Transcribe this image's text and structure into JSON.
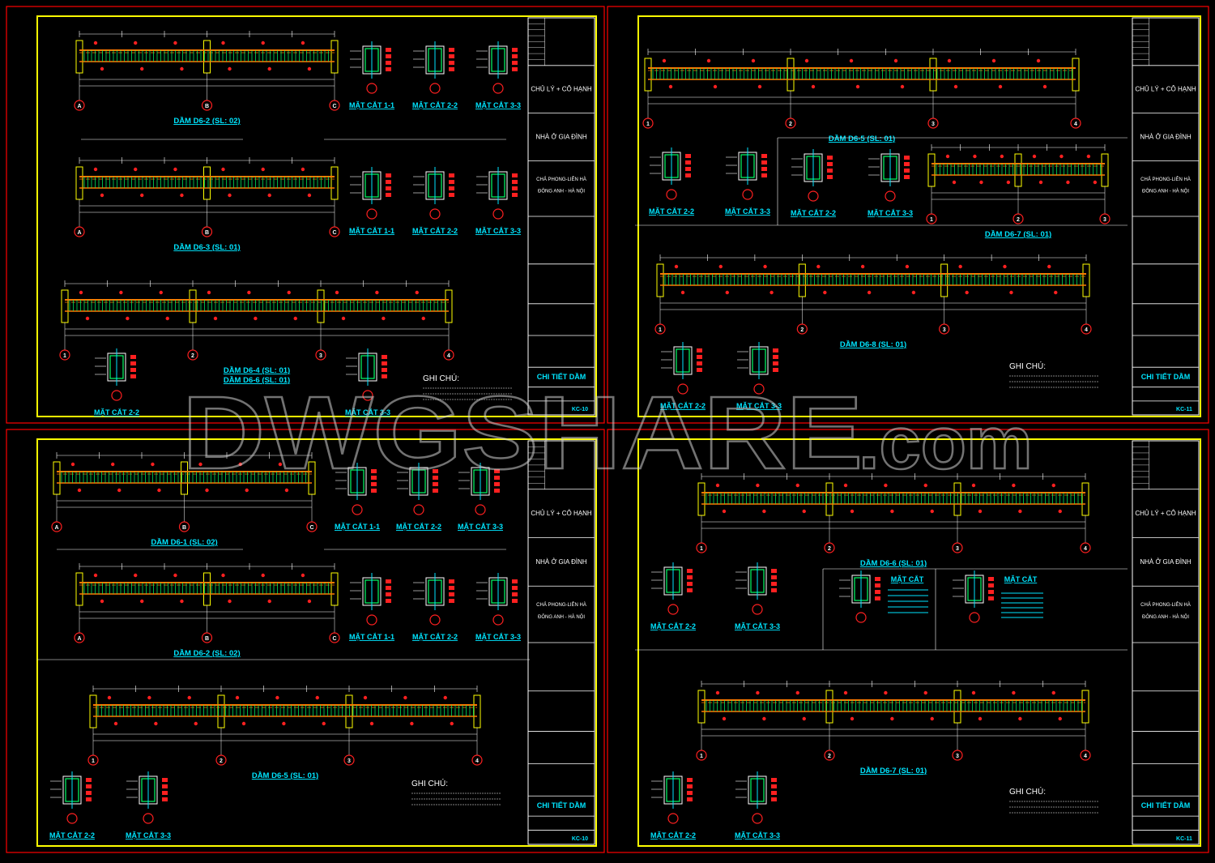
{
  "colors": {
    "background": "#000000",
    "sheet_frame": "#ff0000",
    "drawing_border": "#ffff00",
    "title_block_lines": "#ffffff",
    "title_text": "#00e5ff",
    "beam_top_bar": "#ff7a00",
    "beam_stirrups": "#00ff66",
    "dimension_lines": "#ffffff",
    "axis_bubble": "#ff2020",
    "rebar_tag": "#ff2020",
    "notes_text": "#ffffff",
    "watermark": "#d0d0d0"
  },
  "watermark": {
    "text": "DWGSHARE",
    "suffix": ".com"
  },
  "sheets": [
    {
      "title_block": {
        "owner": "CHỦ LÝ + CÔ HẠNH",
        "project": "NHÀ Ở GIA ĐÌNH",
        "location_1": "CHẢ PHONG-LIÊN HÀ",
        "location_2": "ĐÔNG ANH - HÀ NỘI",
        "drawing_name": "CHI TIẾT DẦM",
        "sheet_no": "KC-10"
      },
      "beams": [
        {
          "label": "DẦM D6-2 (SL: 02)",
          "axes": [
            "A",
            "B",
            "C"
          ],
          "sections": [
            "MẶT CẮT 1-1",
            "MẶT CẮT 2-2",
            "MẶT CẮT 3-3"
          ]
        },
        {
          "label": "DẦM D6-3 (SL: 01)",
          "axes": [
            "A",
            "B",
            "C"
          ],
          "sections": [
            "MẶT CẮT 1-1",
            "MẶT CẮT 2-2",
            "MẶT CẮT 3-3"
          ]
        },
        {
          "label": "DẦM D6-4 (SL: 01)",
          "label_2": "DẦM D6-6 (SL: 01)",
          "axes": [
            "1",
            "2",
            "3",
            "4"
          ],
          "sections": [
            "MẶT CẮT 2-2",
            "MẶT CẮT 3-3"
          ]
        }
      ],
      "notes_title": "GHI CHÚ:"
    },
    {
      "title_block": {
        "owner": "CHỦ LÝ + CÔ HẠNH",
        "project": "NHÀ Ở GIA ĐÌNH",
        "location_1": "CHẢ PHONG-LIÊN HÀ",
        "location_2": "ĐÔNG ANH - HÀ NỘI",
        "drawing_name": "CHI TIẾT DẦM",
        "sheet_no": "KC-11"
      },
      "beams": [
        {
          "label": "DẦM D6-5 (SL: 01)",
          "axes": [
            "1",
            "2",
            "3",
            "4"
          ],
          "sections": [
            "MẶT CẮT 2-2",
            "MẶT CẮT 3-3"
          ]
        },
        {
          "label": "DẦM D6-7 (SL: 01)",
          "axes": [
            "1",
            "2",
            "3"
          ],
          "sections": [
            "MẶT CẮT 2-2",
            "MẶT CẮT 3-3"
          ]
        },
        {
          "label": "DẦM D6-8 (SL: 01)",
          "axes": [
            "1",
            "2",
            "3",
            "4"
          ],
          "sections": [
            "MẶT CẮT 2-2",
            "MẶT CẮT 3-3"
          ]
        }
      ],
      "notes_title": "GHI CHÚ:"
    },
    {
      "title_block": {
        "owner": "CHỦ LÝ + CÔ HẠNH",
        "project": "NHÀ Ở GIA ĐÌNH",
        "location_1": "CHẢ PHONG-LIÊN HÀ",
        "location_2": "ĐÔNG ANH - HÀ NỘI",
        "drawing_name": "CHI TIẾT DẦM",
        "sheet_no": "KC-10"
      },
      "beams": [
        {
          "label": "DẦM D6-1 (SL: 02)",
          "axes": [
            "A",
            "B",
            "C"
          ],
          "sections": [
            "MẶT CẮT 1-1",
            "MẶT CẮT 2-2",
            "MẶT CẮT 3-3"
          ]
        },
        {
          "label": "DẦM D6-2 (SL: 02)",
          "axes": [
            "A",
            "B",
            "C"
          ],
          "sections": [
            "MẶT CẮT 1-1",
            "MẶT CẮT 2-2",
            "MẶT CẮT 3-3"
          ]
        },
        {
          "label": "DẦM D6-5 (SL: 01)",
          "axes": [
            "1",
            "2",
            "3",
            "4"
          ],
          "sections": [
            "MẶT CẮT 2-2",
            "MẶT CẮT 3-3"
          ]
        }
      ],
      "notes_title": "GHI CHÚ:"
    },
    {
      "title_block": {
        "owner": "CHỦ LÝ + CÔ HẠNH",
        "project": "NHÀ Ở GIA ĐÌNH",
        "location_1": "CHẢ PHONG-LIÊN HÀ",
        "location_2": "ĐÔNG ANH - HÀ NỘI",
        "drawing_name": "CHI TIẾT DẦM",
        "sheet_no": "KC-11"
      },
      "beams": [
        {
          "label": "DẦM D6-6 (SL: 01)",
          "axes": [
            "1",
            "2",
            "3",
            "4"
          ],
          "sections": [
            "MẶT CẮT 2-2",
            "MẶT CẮT 3-3"
          ]
        },
        {
          "label": "DẦM D6-7 (SL: 01)",
          "axes": [
            "1",
            "2",
            "3",
            "4"
          ],
          "sections": [
            "MẶT CẮT 2-2",
            "MẶT CẮT 3-3"
          ]
        }
      ],
      "extra_sections": [
        "MẶT CẮT",
        "MẶT CẮT"
      ],
      "notes_title": "GHI CHÚ:"
    }
  ]
}
